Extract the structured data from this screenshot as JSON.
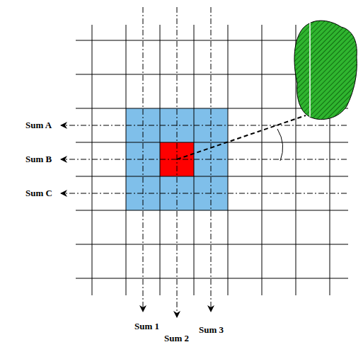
{
  "diagram": {
    "labels": [
      "Sum A",
      "Sum B",
      "Sum C",
      "Sum 1",
      "Sum 2",
      "Sum 3"
    ]
  }
}
